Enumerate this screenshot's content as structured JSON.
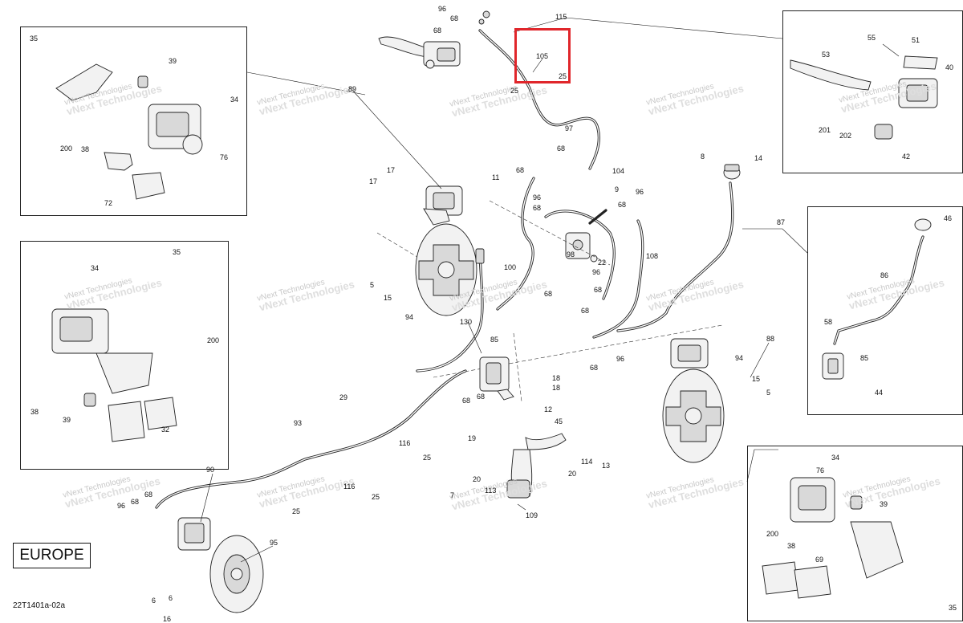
{
  "region_label": "EUROPE",
  "diagram_code": "22T1401a-02a",
  "watermark": {
    "line1": "vNext Technologies",
    "line2": "vNext Technologies"
  },
  "highlight": {
    "color": "#e0262b",
    "part_number": "105"
  },
  "callouts": [
    {
      "n": "96"
    },
    {
      "n": "68"
    },
    {
      "n": "68"
    },
    {
      "n": "115"
    },
    {
      "n": "105"
    },
    {
      "n": "25"
    },
    {
      "n": "25"
    },
    {
      "n": "97"
    },
    {
      "n": "68"
    },
    {
      "n": "89"
    },
    {
      "n": "17"
    },
    {
      "n": "17"
    },
    {
      "n": "11"
    },
    {
      "n": "68"
    },
    {
      "n": "104"
    },
    {
      "n": "9"
    },
    {
      "n": "96"
    },
    {
      "n": "96"
    },
    {
      "n": "68"
    },
    {
      "n": "68"
    },
    {
      "n": "8"
    },
    {
      "n": "14"
    },
    {
      "n": "87"
    },
    {
      "n": "98"
    },
    {
      "n": "22"
    },
    {
      "n": "100"
    },
    {
      "n": "108"
    },
    {
      "n": "96"
    },
    {
      "n": "68"
    },
    {
      "n": "68"
    },
    {
      "n": "68"
    },
    {
      "n": "5"
    },
    {
      "n": "15"
    },
    {
      "n": "94"
    },
    {
      "n": "130"
    },
    {
      "n": "85"
    },
    {
      "n": "18"
    },
    {
      "n": "18"
    },
    {
      "n": "68"
    },
    {
      "n": "68"
    },
    {
      "n": "68"
    },
    {
      "n": "96"
    },
    {
      "n": "88"
    },
    {
      "n": "94"
    },
    {
      "n": "15"
    },
    {
      "n": "5"
    },
    {
      "n": "29"
    },
    {
      "n": "12"
    },
    {
      "n": "45"
    },
    {
      "n": "19"
    },
    {
      "n": "93"
    },
    {
      "n": "116"
    },
    {
      "n": "25"
    },
    {
      "n": "20"
    },
    {
      "n": "113"
    },
    {
      "n": "7"
    },
    {
      "n": "114"
    },
    {
      "n": "13"
    },
    {
      "n": "20"
    },
    {
      "n": "116"
    },
    {
      "n": "25"
    },
    {
      "n": "109"
    },
    {
      "n": "90"
    },
    {
      "n": "68"
    },
    {
      "n": "96"
    },
    {
      "n": "68"
    },
    {
      "n": "25"
    },
    {
      "n": "95"
    },
    {
      "n": "6"
    },
    {
      "n": "6"
    },
    {
      "n": "16"
    }
  ],
  "insets": [
    {
      "id": "front-left-caliper",
      "callouts": [
        {
          "n": "35"
        },
        {
          "n": "39"
        },
        {
          "n": "34"
        },
        {
          "n": "200"
        },
        {
          "n": "38"
        },
        {
          "n": "76"
        },
        {
          "n": "72"
        }
      ]
    },
    {
      "id": "rear-caliper",
      "callouts": [
        {
          "n": "34"
        },
        {
          "n": "35"
        },
        {
          "n": "200"
        },
        {
          "n": "38"
        },
        {
          "n": "39"
        },
        {
          "n": "32"
        }
      ]
    },
    {
      "id": "master-cylinder",
      "callouts": [
        {
          "n": "55"
        },
        {
          "n": "51"
        },
        {
          "n": "53"
        },
        {
          "n": "40"
        },
        {
          "n": "201"
        },
        {
          "n": "202"
        },
        {
          "n": "42"
        }
      ]
    },
    {
      "id": "rear-master-cylinder",
      "callouts": [
        {
          "n": "46"
        },
        {
          "n": "86"
        },
        {
          "n": "58"
        },
        {
          "n": "85"
        },
        {
          "n": "44"
        }
      ]
    },
    {
      "id": "front-right-caliper",
      "callouts": [
        {
          "n": "34"
        },
        {
          "n": "76"
        },
        {
          "n": "39"
        },
        {
          "n": "200"
        },
        {
          "n": "38"
        },
        {
          "n": "69"
        },
        {
          "n": "35"
        }
      ]
    }
  ]
}
